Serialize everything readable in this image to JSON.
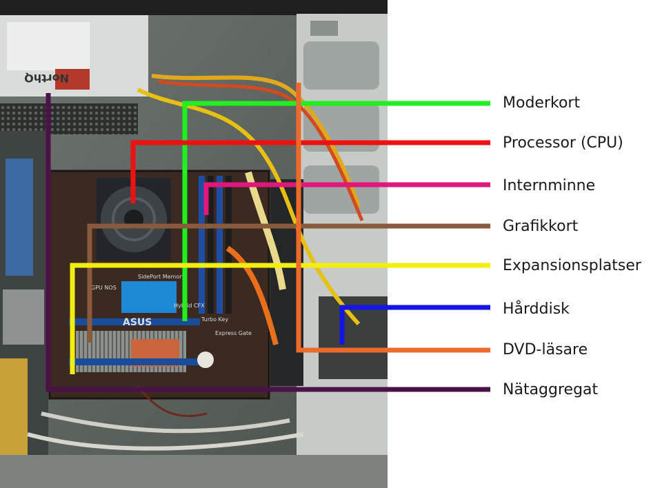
{
  "brand_texts": {
    "psu_brand": "NorthQ",
    "board_brand": "ASUS",
    "board_labels": [
      "GPU NOS",
      "Hybrid CFX",
      "Turbo Key",
      "Express Gate",
      "SidePort Memory"
    ]
  },
  "callouts": [
    {
      "id": "moderkort",
      "label": "Moderkort",
      "color": "#22ee22"
    },
    {
      "id": "processor",
      "label": "Processor (CPU)",
      "color": "#ee1111"
    },
    {
      "id": "internminne",
      "label": "Internminne",
      "color": "#e0187c"
    },
    {
      "id": "grafikkort",
      "label": "Grafikkort",
      "color": "#8a5a3c"
    },
    {
      "id": "expansion",
      "label": "Expansionsplatser",
      "color": "#f2ee10"
    },
    {
      "id": "harddisk",
      "label": "Hårddisk",
      "color": "#1515e8"
    },
    {
      "id": "dvd",
      "label": "DVD-läsare",
      "color": "#ec6a2a"
    },
    {
      "id": "psu",
      "label": "Nätaggregat",
      "color": "#4a1248"
    }
  ]
}
